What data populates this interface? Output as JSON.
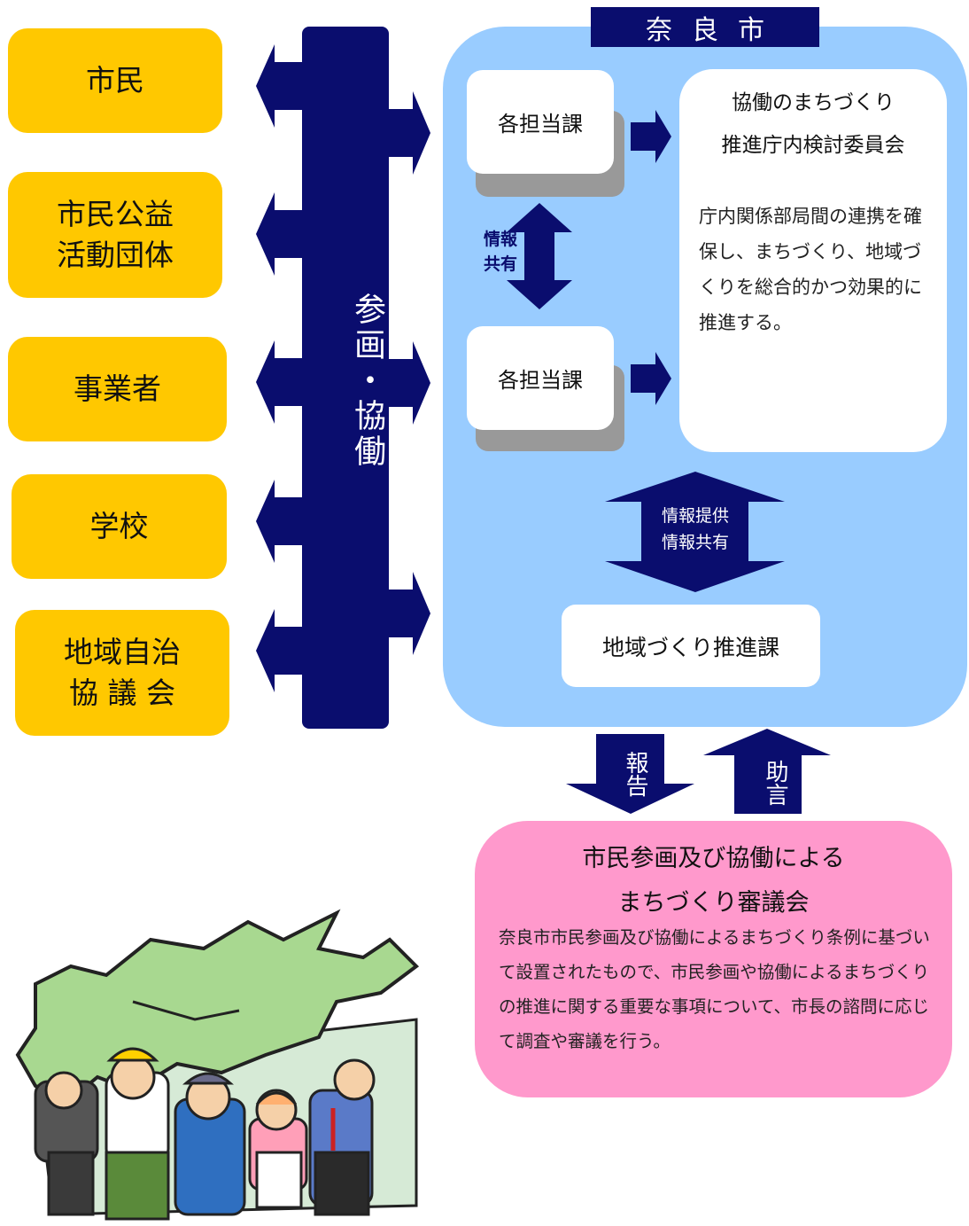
{
  "colors": {
    "navy": "#0a0d6e",
    "stakeholder_fill": "#ffc800",
    "city_fill": "#99ccff",
    "council_fill": "#ff99cc",
    "dept_shadow": "#999999"
  },
  "stakeholders": [
    {
      "label": "市民"
    },
    {
      "label": "市民公益\n活動団体"
    },
    {
      "label": "事業者"
    },
    {
      "label": "学校"
    },
    {
      "label": "地域自治\n協 議 会"
    }
  ],
  "bar": {
    "label": "参画・協働"
  },
  "city": {
    "title": "奈良市",
    "departments": [
      {
        "label": "各担当課"
      },
      {
        "label": "各担当課"
      }
    ],
    "share_label": "情報\n共有",
    "committee": {
      "title": "協働のまちづくり\n推進庁内検討委員会",
      "body": "庁内関係部局間の連携を確保し、まちづくり、地域づくりを総合的かつ効果的に推進する。"
    },
    "info_label": "情報提供\n情報共有",
    "regional_section": "地域づくり推進課"
  },
  "report_label": "報告",
  "advice_label": "助言",
  "council": {
    "title": "市民参画及び協働による\nまちづくり審議会",
    "body": "奈良市市民参画及び協働によるまちづくり条例に基づいて設置されたもので、市民参画や協働によるまちづくりの推進に関する重要な事項について、市長の諮問に応じて調査や審議を行う。"
  },
  "illustration": {
    "icon": "people-lifting-japan-map-illustration"
  }
}
